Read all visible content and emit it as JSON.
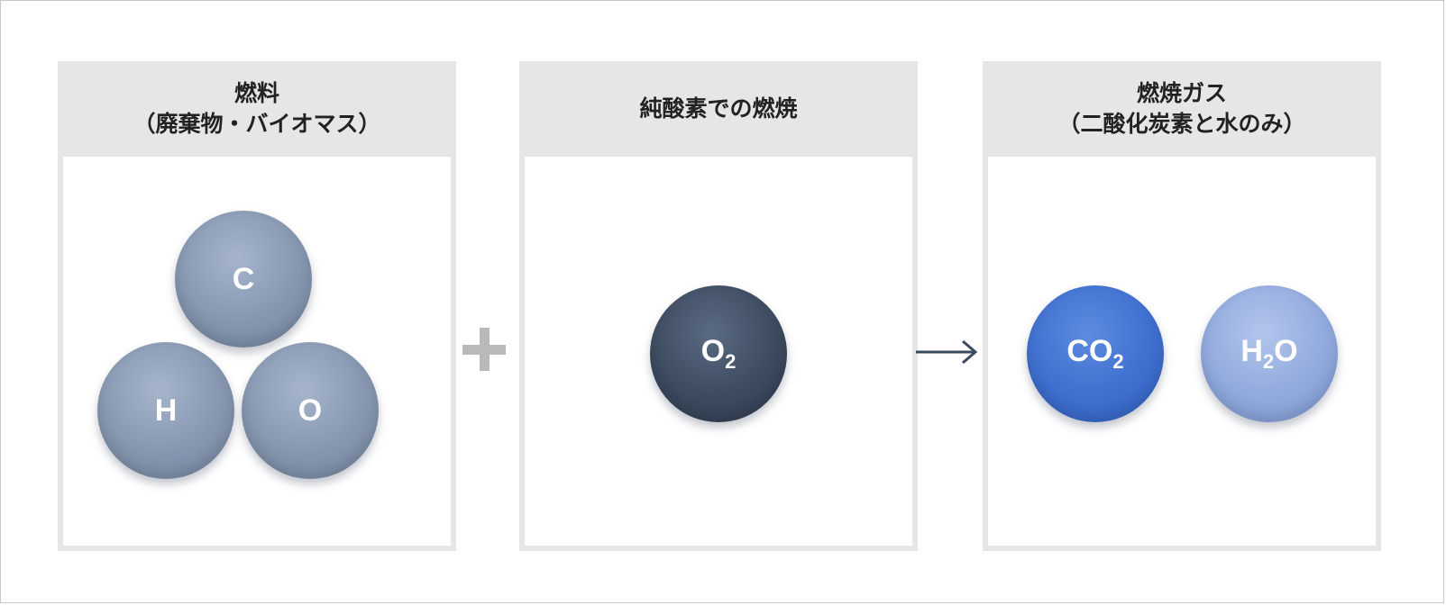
{
  "panels": [
    {
      "title": "燃料\n（廃棄物・バイオマス）",
      "atoms": [
        {
          "symbol": "C",
          "sub": "",
          "tail": ""
        },
        {
          "symbol": "H",
          "sub": "",
          "tail": ""
        },
        {
          "symbol": "O",
          "sub": "",
          "tail": ""
        }
      ]
    },
    {
      "title": "純酸素での燃焼",
      "atoms": [
        {
          "symbol": "O",
          "sub": "2",
          "tail": ""
        }
      ]
    },
    {
      "title": "燃焼ガス\n（二酸化炭素と水のみ）",
      "atoms": [
        {
          "symbol": "CO",
          "sub": "2",
          "tail": ""
        },
        {
          "symbol": "H",
          "sub": "2",
          "tail": "O"
        }
      ]
    }
  ],
  "colors": {
    "panel_bg": "#e6e6e8",
    "atom_grey": "#8596af",
    "atom_dark": "#3d4b60",
    "atom_blue": "#3f6fcf",
    "atom_light": "#91a9dc",
    "plus": "#b9b9b9",
    "arrow": "#3b4a60"
  },
  "icons": {
    "plus": "plus-icon",
    "arrow": "arrow-right-icon"
  }
}
